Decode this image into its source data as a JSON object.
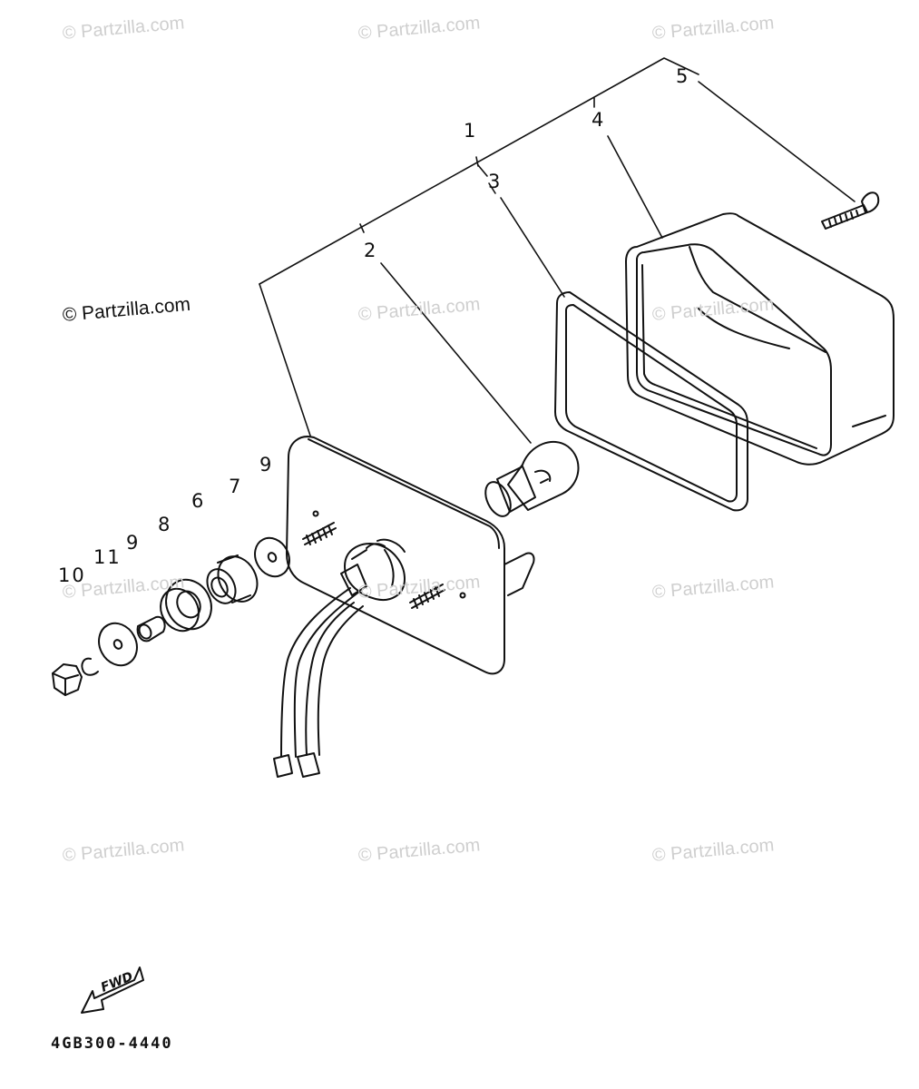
{
  "watermarks": [
    "© Partzilla.com",
    "© Partzilla.com",
    "© Partzilla.com",
    "© Partzilla.com",
    "© Partzilla.com",
    "© Partzilla.com",
    "© Partzilla.com",
    "© Partzilla.com",
    "© Partzilla.com",
    "© Partzilla.com",
    "© Partzilla.com",
    "© Partzilla.com"
  ],
  "callouts": {
    "c1": "1",
    "c2": "2",
    "c3": "3",
    "c4": "4",
    "c5": "5",
    "c6": "6",
    "c7": "7",
    "c8": "8",
    "c9a": "9",
    "c9b": "9",
    "c10": "10",
    "c11": "11"
  },
  "fwd_label": "FWD",
  "figure_code": "4GB300-4440"
}
